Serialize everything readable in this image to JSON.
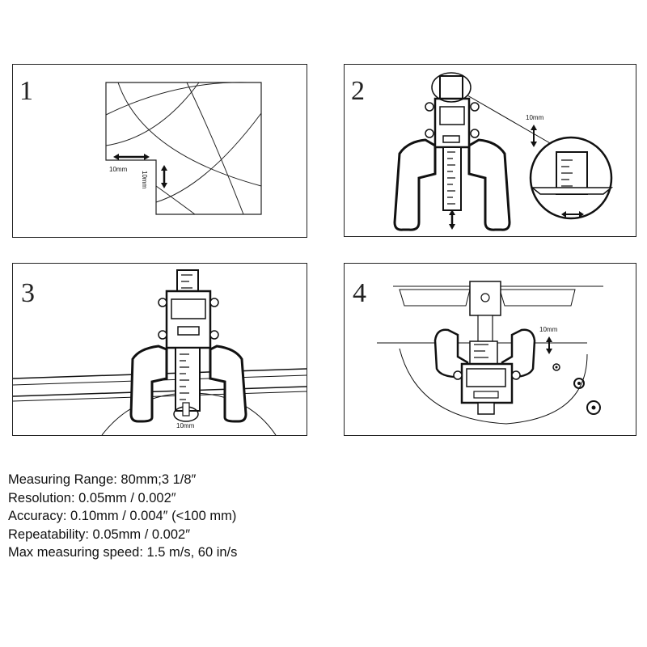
{
  "panels": [
    {
      "number": "1",
      "labels": {
        "horizontal": "10mm",
        "vertical": "10mm"
      }
    },
    {
      "number": "2",
      "labels": {
        "offset": "10mm"
      }
    },
    {
      "number": "3",
      "labels": {
        "offset": "10mm"
      }
    },
    {
      "number": "4",
      "labels": {
        "offset": "10mm"
      }
    }
  ],
  "specs": [
    "Measuring Range: 80mm;3 1/8″",
    "Resolution:  0.05mm / 0.002″",
    "Accuracy: 0.10mm / 0.004″   (<100 mm)",
    "Repeatability:  0.05mm / 0.002″",
    "Max measuring speed: 1.5 m/s, 60 in/s"
  ]
}
